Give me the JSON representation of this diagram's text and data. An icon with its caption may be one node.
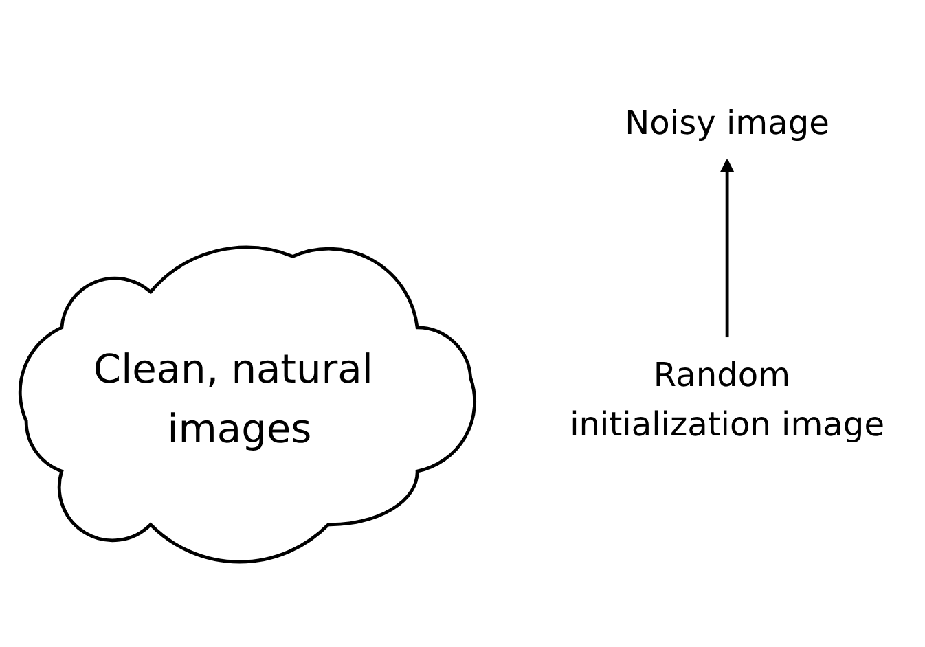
{
  "diagram": {
    "nodes": [
      {
        "text": [
          "Noisy image"
        ]
      },
      {
        "text": [
          "Clean, natural images"
        ]
      },
      {
        "text": [
          "Random initialization image"
        ]
      }
    ],
    "edges": [
      {
        "from": 2,
        "to": 0,
        "arrow": "to"
      }
    ]
  }
}
